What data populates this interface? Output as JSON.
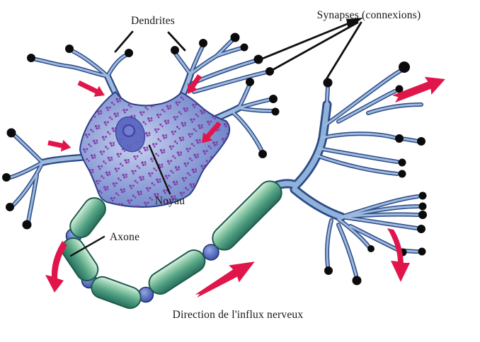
{
  "figure": {
    "alt": "Neuron diagram with labeled parts and direction of nerve impulse"
  },
  "labels": {
    "dendrites": "Dendrites",
    "synapses": "Synapses (connexions)",
    "nucleus": "Noyau",
    "axon": "Axone",
    "direction": "Direction de l'influx nerveux"
  },
  "colors": {
    "background": "#ffffff",
    "impulse_arrow": "#e0164a",
    "dendrite_outline": "#2d4a86",
    "dendrite_fill": "#9db9de",
    "soma_fill": "#8fa1d6",
    "nissl_bodies": "#7d2fa3",
    "nucleus_fill": "#5c67c1",
    "myelin_green": "#58a687",
    "myelin_outline": "#1d5a4b",
    "node_blue": "#5268bb",
    "synapse_dot": "#0b0b0b",
    "pointer_line": "#101010",
    "label_text": "#161616"
  }
}
